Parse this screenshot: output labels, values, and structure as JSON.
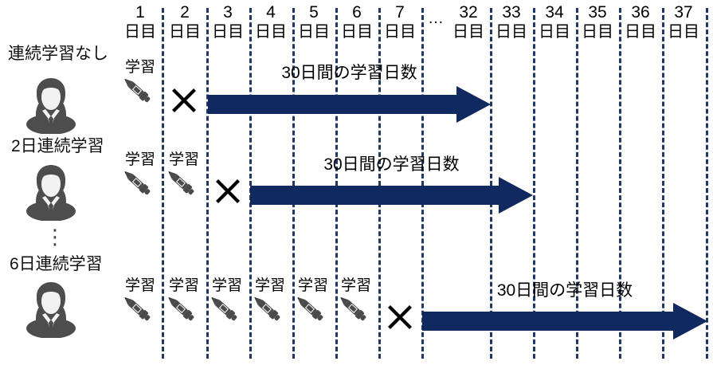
{
  "figure": {
    "title": "",
    "colors": {
      "arrow_navy": "#10295E",
      "gridline_navy": "#1F3864",
      "avatar_gray": "#4D4D4D",
      "pen_gray": "#4A4A4A",
      "cross_black": "#000000",
      "background": "#FFFFFF"
    }
  },
  "timeline": {
    "unit_label": "日目",
    "ellipsis": "…",
    "days": [
      {
        "number": "1",
        "unit": "日目"
      },
      {
        "number": "2",
        "unit": "日目"
      },
      {
        "number": "3",
        "unit": "日目"
      },
      {
        "number": "4",
        "unit": "日目"
      },
      {
        "number": "5",
        "unit": "日目"
      },
      {
        "number": "6",
        "unit": "日目"
      },
      {
        "number": "7",
        "unit": "日目"
      },
      {
        "number": "32",
        "unit": "日目"
      },
      {
        "number": "33",
        "unit": "日目"
      },
      {
        "number": "34",
        "unit": "日目"
      },
      {
        "number": "35",
        "unit": "日目"
      },
      {
        "number": "36",
        "unit": "日目"
      },
      {
        "number": "37",
        "unit": "日目"
      }
    ]
  },
  "rows": [
    {
      "label": "連続学習なし",
      "study_cells": [
        "学習"
      ],
      "cross": "×",
      "arrow_caption": "30日間の学習日数",
      "arrow_start_day": "3",
      "arrow_end_day": "32"
    },
    {
      "label": "2日連続学習",
      "study_cells": [
        "学習",
        "学習"
      ],
      "cross": "×",
      "arrow_caption": "30日間の学習日数",
      "arrow_start_day": "4",
      "arrow_end_day": "33"
    },
    {
      "label": "6日連続学習",
      "study_cells": [
        "学習",
        "学習",
        "学習",
        "学習",
        "学習",
        "学習"
      ],
      "cross": "×",
      "arrow_caption": "30日間の学習日数",
      "arrow_start_day": "8",
      "arrow_end_day": "37"
    }
  ],
  "separator": {
    "dots": "⋮"
  },
  "icons": {
    "avatar": "person-avatar-icon",
    "pen": "pen-icon",
    "cross": "cross-icon",
    "arrow": "right-arrow-icon"
  }
}
